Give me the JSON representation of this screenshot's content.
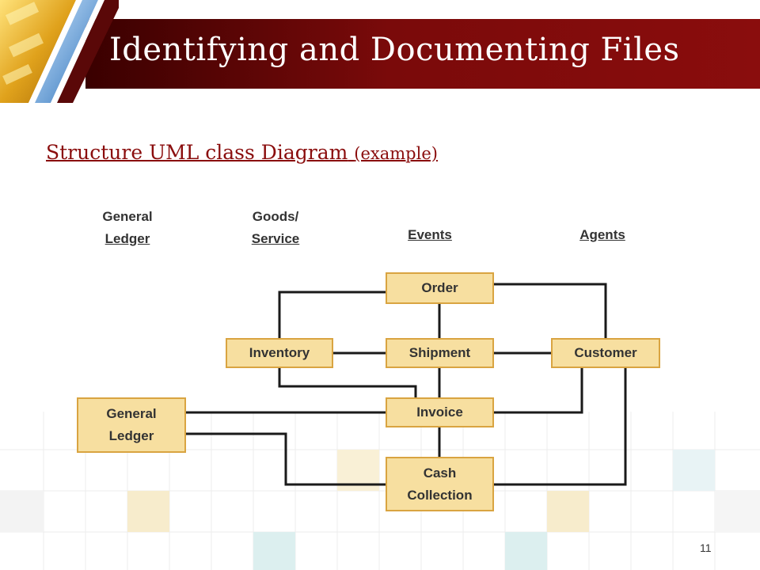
{
  "title": "Identifying and Documenting Files",
  "subtitle": {
    "main": "Structure UML class Diagram",
    "paren": "(example)"
  },
  "columns": {
    "general_ledger": {
      "line1": "General",
      "line2": "Ledger"
    },
    "goods_service": {
      "line1": "Goods/",
      "line2": "Service"
    },
    "events": "Events",
    "agents": "Agents"
  },
  "nodes": {
    "order": "Order",
    "inventory": "Inventory",
    "shipment": "Shipment",
    "customer": "Customer",
    "invoice": "Invoice",
    "general_ledger": {
      "line1": "General",
      "line2": "Ledger"
    },
    "cash_collection": {
      "line1": "Cash",
      "line2": "Collection"
    }
  },
  "page_number": "11",
  "colors": {
    "header": "#7a0a0a",
    "node_fill": "#f7dfa0",
    "node_border": "#d9a441",
    "subtitle": "#8a0d0d"
  }
}
